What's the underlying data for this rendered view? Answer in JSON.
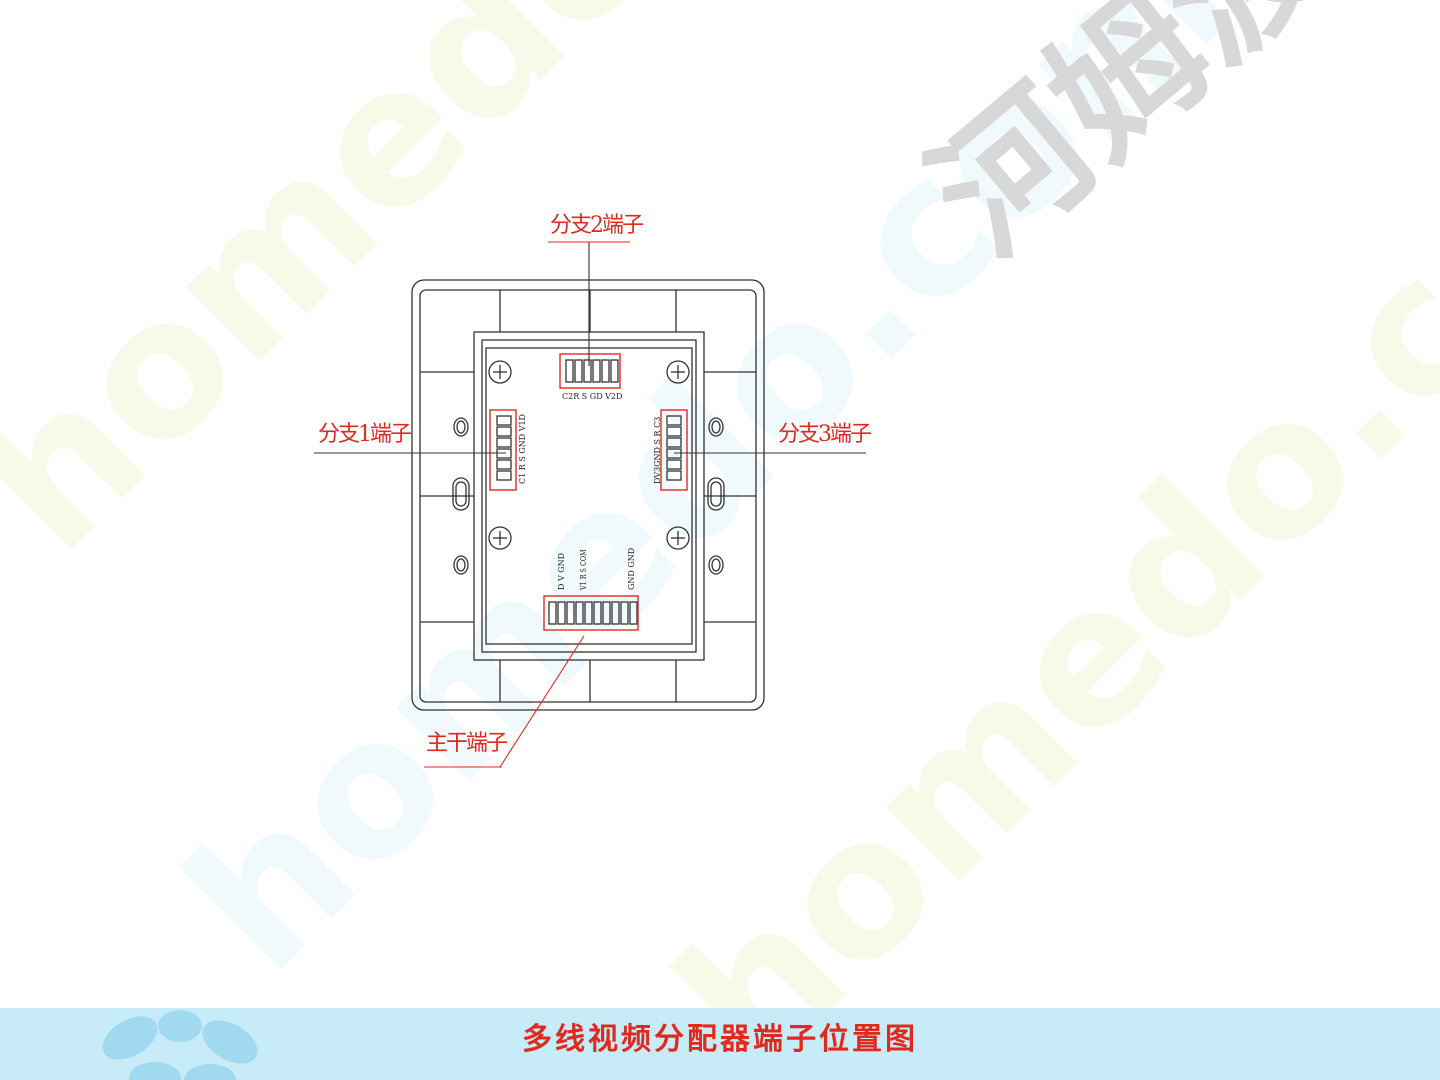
{
  "callouts": {
    "branch2": "分支2端子",
    "branch1": "分支1端子",
    "branch3": "分支3端子",
    "main": "主干端子"
  },
  "pins": {
    "branch2": "C2R S GD V2D",
    "branch1": "C1 R S GND V1D",
    "branch3": "DV3GND S R C3",
    "main_a": "D V GND",
    "main_b": "V1 R S COM",
    "main_c": "GND GND"
  },
  "footer": {
    "title": "多线视频分配器端子位置图"
  },
  "watermark": {
    "text_a": "homedo.com",
    "text_b": "河姆渡"
  },
  "colors": {
    "accent": "#e02a1f",
    "footer_bg": "#c7ecf8",
    "line": "#333333"
  }
}
